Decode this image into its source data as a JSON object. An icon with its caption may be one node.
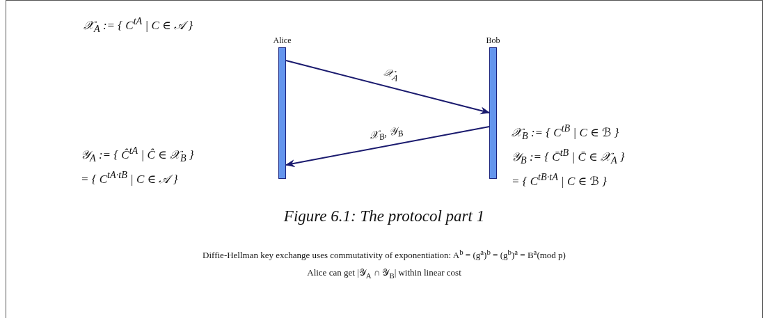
{
  "diagram": {
    "caption": "Figure 6.1: The protocol part 1",
    "nodes": [
      {
        "text": [
          "Alice"
        ]
      },
      {
        "text": [
          "Bob"
        ]
      }
    ],
    "edges": [
      {
        "from": 0,
        "to": 1,
        "arrow": "to",
        "label": "𝒳$_{A}$"
      },
      {
        "from": 1,
        "to": 0,
        "arrow": "to",
        "label": "𝒳$_{B}$, 𝒴$_{B}$"
      }
    ],
    "labels": [
      "𝒳$_{A}$ := { C$^{tA}$ | C ∈ 𝒜 }",
      "𝒴$_{A}$ := { Ĉ$^{tA}$ | Ĉ ∈ 𝒳$_{B}$ }",
      "= { C$^{tA·tB}$ | C ∈ 𝒜 }",
      "𝒳$_{B}$ := { C$^{tB}$ | C ∈ ℬ }",
      "𝒴$_{B}$ := { C̄$^{tB}$ | C̄ ∈ 𝒳$_{A}$ }",
      "= { C$^{tB·tA}$ | C ∈ ℬ }",
      "Diffie-Hellman key exchange uses commutativity of exponentiation: A$^{b}$ = (g$^{a}$)$^{b}$ = (g$^{b}$)$^{a}$ = B$^{a}$(mod p)",
      "Alice can get |𝒴$_{A}$ ∩ 𝒴$_{B}$| within linear cost"
    ]
  }
}
